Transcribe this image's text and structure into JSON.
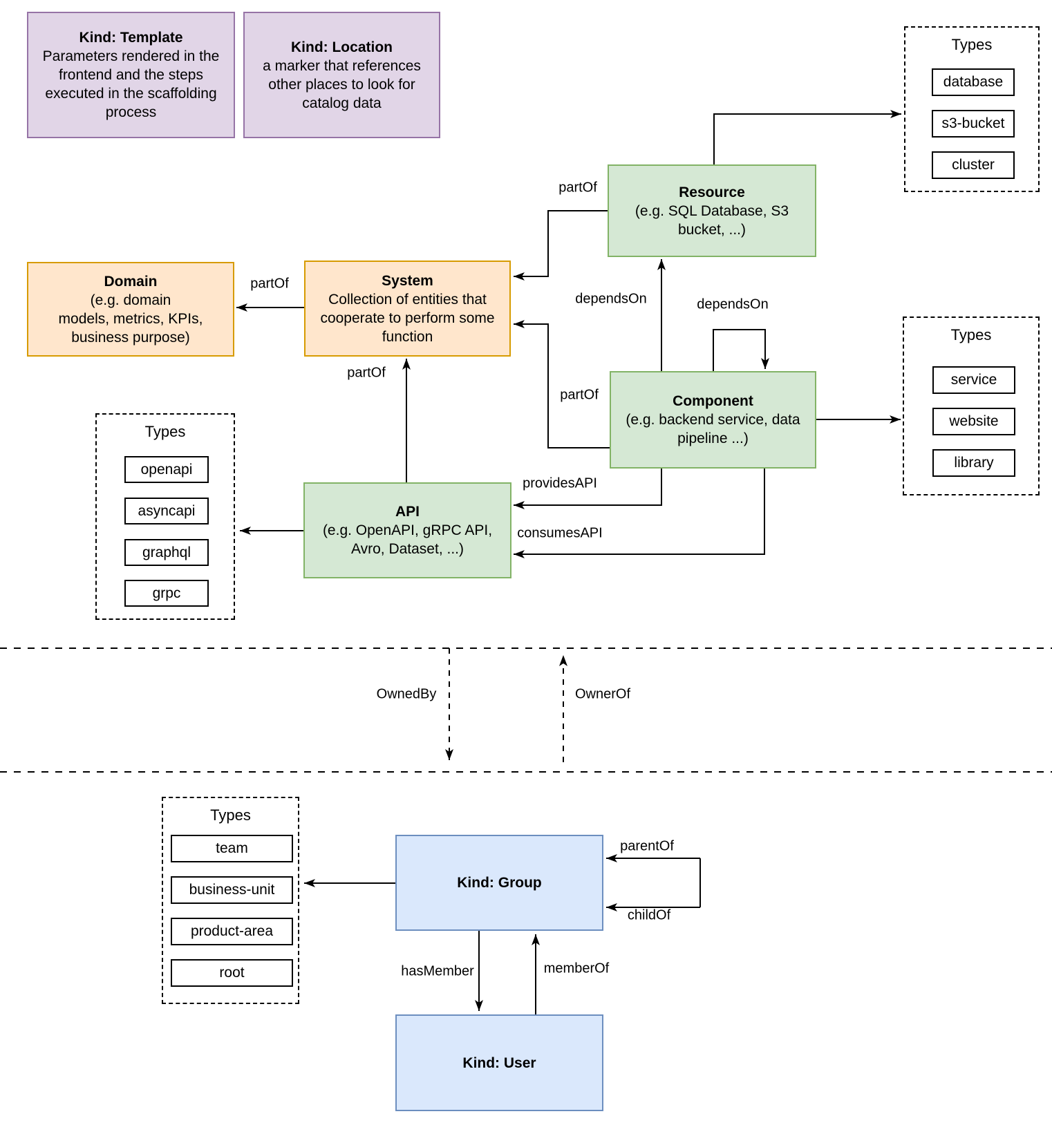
{
  "colors": {
    "purple_fill": "#E1D5E7",
    "purple_stroke": "#9673A6",
    "green_fill": "#D5E8D4",
    "green_stroke": "#82B366",
    "orange_fill": "#FFE6CC",
    "orange_stroke": "#D79B00",
    "blue_fill": "#DAE8FC",
    "blue_stroke": "#6C8EBF",
    "line": "#000000"
  },
  "nodes": {
    "template": {
      "title": "Kind: Template",
      "body": "Parameters rendered in the\nfrontend and the steps\nexecuted in  the scaffolding\nprocess"
    },
    "location": {
      "title": "Kind: Location",
      "body": "a marker that references\nother places to look for\ncatalog data"
    },
    "resource": {
      "title": "Resource",
      "body": "(e.g. SQL Database, S3\nbucket, ...)"
    },
    "domain": {
      "title": "Domain",
      "body": "(e.g.  domain\nmodels, metrics, KPIs,\nbusiness purpose)"
    },
    "system": {
      "title": "System",
      "body": "Collection of entities that\ncooperate to perform some\nfunction"
    },
    "component": {
      "title": "Component",
      "body": "(e.g. backend service, data\npipeline ...)"
    },
    "api": {
      "title": "API",
      "body": "(e.g. OpenAPI, gRPC API,\nAvro, Dataset, ...)"
    },
    "group": {
      "title": "Kind: Group"
    },
    "user": {
      "title": "Kind: User"
    }
  },
  "type_boxes": {
    "resource_types": {
      "title": "Types",
      "items": [
        "database",
        "s3-bucket",
        "cluster"
      ]
    },
    "component_types": {
      "title": "Types",
      "items": [
        "service",
        "website",
        "library"
      ]
    },
    "api_types": {
      "title": "Types",
      "items": [
        "openapi",
        "asyncapi",
        "graphql",
        "grpc"
      ]
    },
    "group_types": {
      "title": "Types",
      "items": [
        "team",
        "business-unit",
        "product-area",
        "root"
      ]
    }
  },
  "edge_labels": {
    "resource_part_of": "partOf",
    "system_part_of": "partOf",
    "component_part_of": "partOf",
    "api_part_of": "partOf",
    "depends_on_resource": "dependsOn",
    "depends_on_self": "dependsOn",
    "provides_api": "providesAPI",
    "consumes_api": "consumesAPI",
    "owned_by": "OwnedBy",
    "owner_of": "OwnerOf",
    "parent_of": "parentOf",
    "child_of": "childOf",
    "has_member": "hasMember",
    "member_of": "memberOf"
  }
}
